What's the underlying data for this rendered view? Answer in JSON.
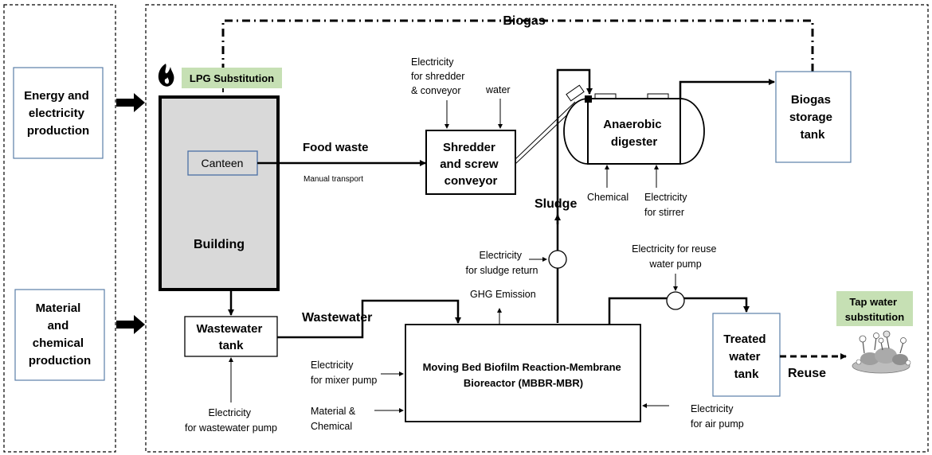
{
  "sidebar": {
    "energy_box": [
      "Energy and",
      "electricity",
      "production"
    ],
    "material_box": [
      "Material",
      "and",
      "chemical",
      "production"
    ]
  },
  "labels": {
    "biogas_line": "Biogas",
    "lpg_substitution": "LPG Substitution",
    "building": "Building",
    "canteen": "Canteen",
    "food_waste": "Food waste",
    "manual_transport": "Manual transport",
    "elec_shredder": [
      "Electricity",
      "for shredder",
      "& conveyor"
    ],
    "water": "water",
    "shredder": [
      "Shredder",
      "and screw",
      "conveyor"
    ],
    "digester": [
      "Anaerobic",
      "digester"
    ],
    "biogas_storage": [
      "Biogas",
      "storage",
      "tank"
    ],
    "chemical": "Chemical",
    "elec_stirrer": [
      "Electricity",
      "for stirrer"
    ],
    "sludge": "Sludge",
    "elec_sludge": [
      "Electricity",
      "for sludge return"
    ],
    "ghg": "GHG Emission",
    "elec_reuse": [
      "Electricity for reuse",
      "water pump"
    ],
    "wastewater_tank": [
      "Wastewater",
      "tank"
    ],
    "wastewater": "Wastewater",
    "mbbr": [
      "Moving Bed Biofilm Reaction-Membrane",
      "Bioreactor (MBBR-MBR)"
    ],
    "elec_mixer": [
      "Electricity",
      "for mixer pump"
    ],
    "material_chem": [
      "Material &",
      "Chemical"
    ],
    "elec_wwpump": [
      "Electricity",
      "for wastewater pump"
    ],
    "elec_air": [
      "Electricity",
      "for air pump"
    ],
    "treated_tank": [
      "Treated",
      "water",
      "tank"
    ],
    "reuse": "Reuse",
    "tap_water": [
      "Tap water",
      "substitution"
    ]
  },
  "colors": {
    "building_fill": "#d9d9d9",
    "green_label": "#c6e0b4",
    "canteen_border": "#4a6fa5",
    "sidebar_border": "#5b7ea8",
    "line": "#000000"
  },
  "icons": {
    "fire": "fire-icon",
    "plant": "plant-icon"
  }
}
